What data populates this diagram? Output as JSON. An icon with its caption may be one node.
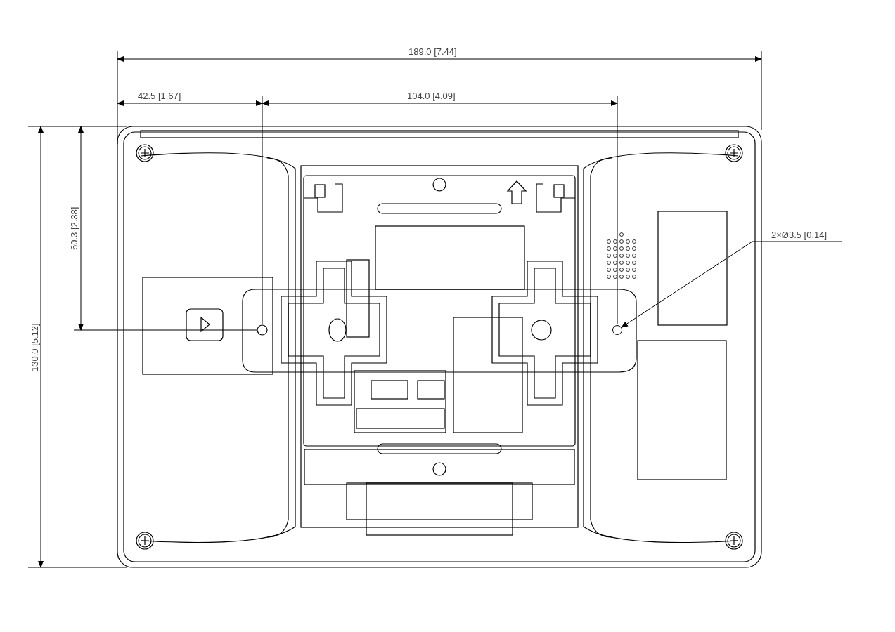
{
  "diagram": {
    "nodes": [
      {
        "text": [
          "2×Ø3.5 [0.14]"
        ]
      },
      {
        "text": [],
        "shape": "circle"
      }
    ],
    "edges": [
      {
        "from": 0,
        "to": 1,
        "arrow": "to"
      }
    ],
    "labels": [
      "189.0 [7.44]",
      "42.5 [1.67]",
      "104.0 [4.09]",
      "60.3 [2.38]",
      "130.0 [5.12]"
    ]
  }
}
